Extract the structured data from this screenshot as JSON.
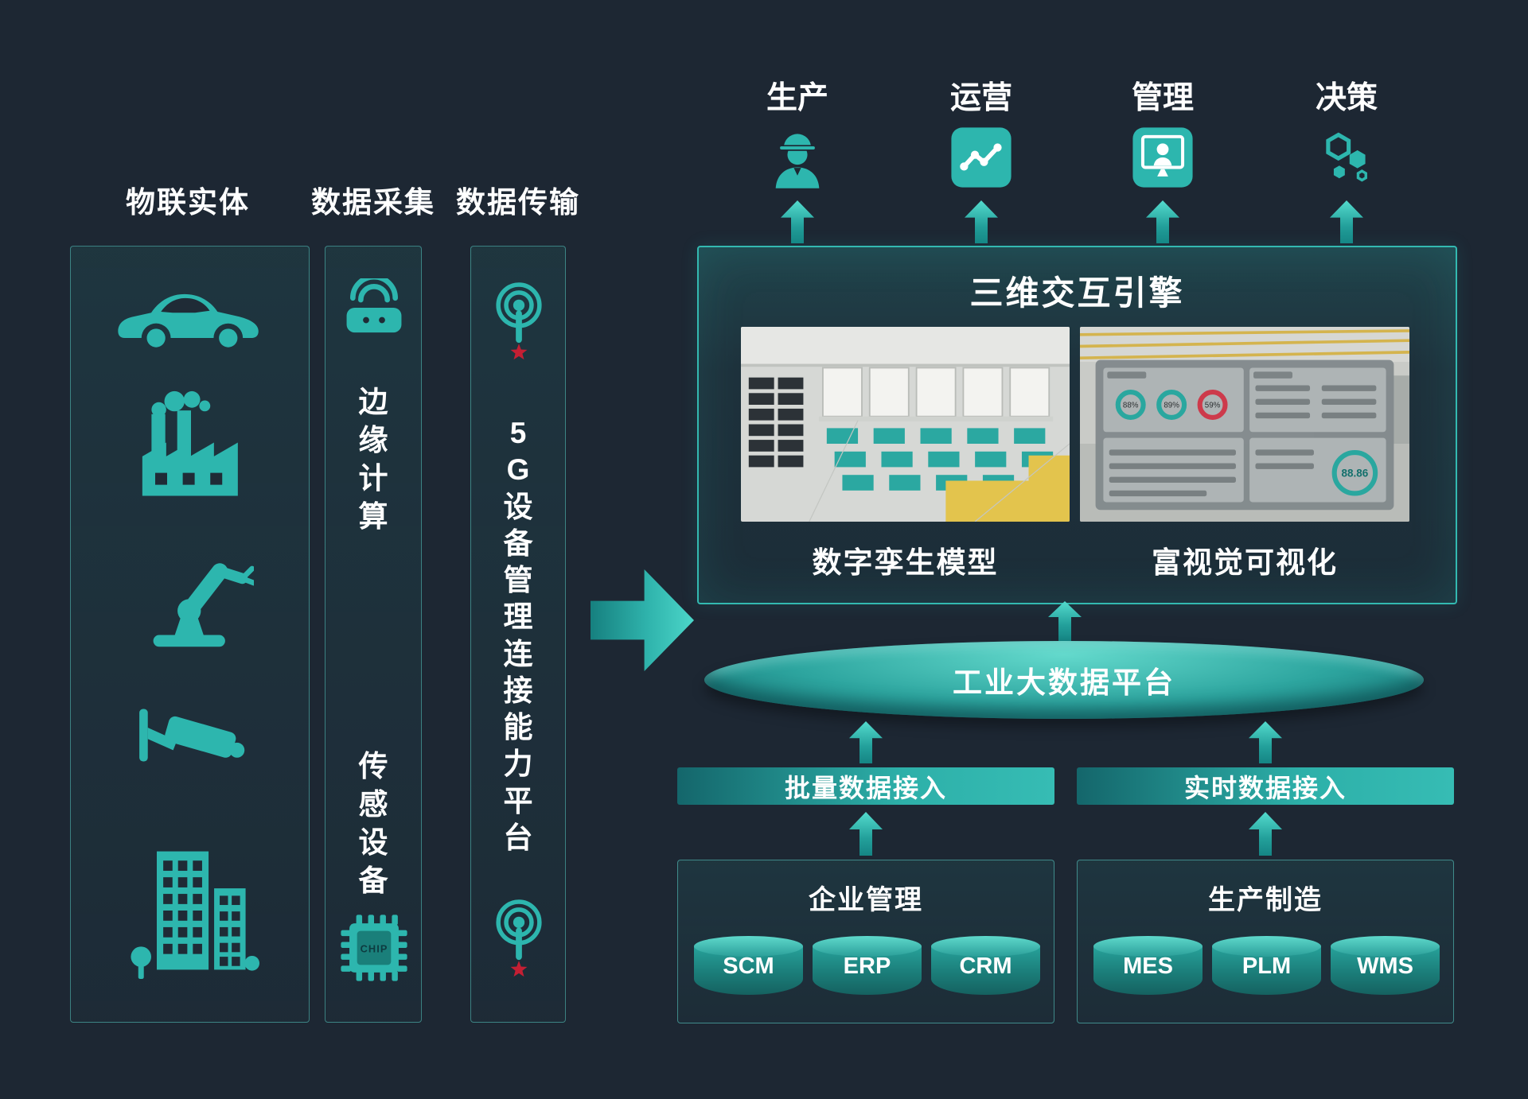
{
  "headers": {
    "iot": "物联实体",
    "collect": "数据采集",
    "transmit": "数据传输"
  },
  "collect_column": {
    "edge": "边缘计算",
    "sensor": "传感设备",
    "chip": "CHIP"
  },
  "transmit_column": {
    "platform": "5G设备管理连接能力平台"
  },
  "outputs": {
    "production": "生产",
    "operation": "运营",
    "management": "管理",
    "decision": "决策"
  },
  "engine": {
    "title": "三维交互引擎",
    "left_caption": "数字孪生模型",
    "right_caption": "富视觉可视化",
    "dashboard": {
      "gauge1": "88%",
      "gauge2": "89%",
      "gauge3": "59%",
      "big_value": "88.86"
    }
  },
  "platform_label": "工业大数据平台",
  "ingest": {
    "batch": "批量数据接入",
    "realtime": "实时数据接入"
  },
  "systems": {
    "enterprise": {
      "title": "企业管理",
      "items": [
        "SCM",
        "ERP",
        "CRM"
      ]
    },
    "manufacturing": {
      "title": "生产制造",
      "items": [
        "MES",
        "PLM",
        "WMS"
      ]
    }
  },
  "colors": {
    "background": "#1d2733",
    "accent_teal": "#2db6ae",
    "star_red": "#c41f33"
  }
}
